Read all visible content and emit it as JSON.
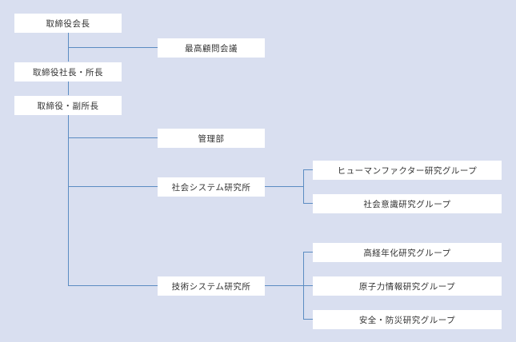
{
  "diagram": {
    "type": "organization-chart",
    "colors": {
      "background": "#d9dff0",
      "box": "#ffffff",
      "connector": "#5b8cc2",
      "text": "#333333"
    },
    "nodes": {
      "chairman": "取締役会長",
      "advisory_council": "最高顧問会議",
      "president": "取締役社長・所長",
      "vice_president": "取締役・副所長",
      "management_dept": "管理部",
      "social_systems_lab": "社会システム研究所",
      "human_factors_group": "ヒューマンファクター研究グループ",
      "social_awareness_group": "社会意識研究グループ",
      "technical_systems_lab": "技術システム研究所",
      "aging_group": "高経年化研究グループ",
      "nuclear_info_group": "原子力情報研究グループ",
      "safety_disaster_group": "安全・防災研究グループ"
    },
    "edges": [
      [
        "chairman",
        "advisory_council"
      ],
      [
        "chairman",
        "president"
      ],
      [
        "president",
        "vice_president"
      ],
      [
        "vice_president",
        "management_dept"
      ],
      [
        "vice_president",
        "social_systems_lab"
      ],
      [
        "vice_president",
        "technical_systems_lab"
      ],
      [
        "social_systems_lab",
        "human_factors_group"
      ],
      [
        "social_systems_lab",
        "social_awareness_group"
      ],
      [
        "technical_systems_lab",
        "aging_group"
      ],
      [
        "technical_systems_lab",
        "nuclear_info_group"
      ],
      [
        "technical_systems_lab",
        "safety_disaster_group"
      ]
    ]
  }
}
